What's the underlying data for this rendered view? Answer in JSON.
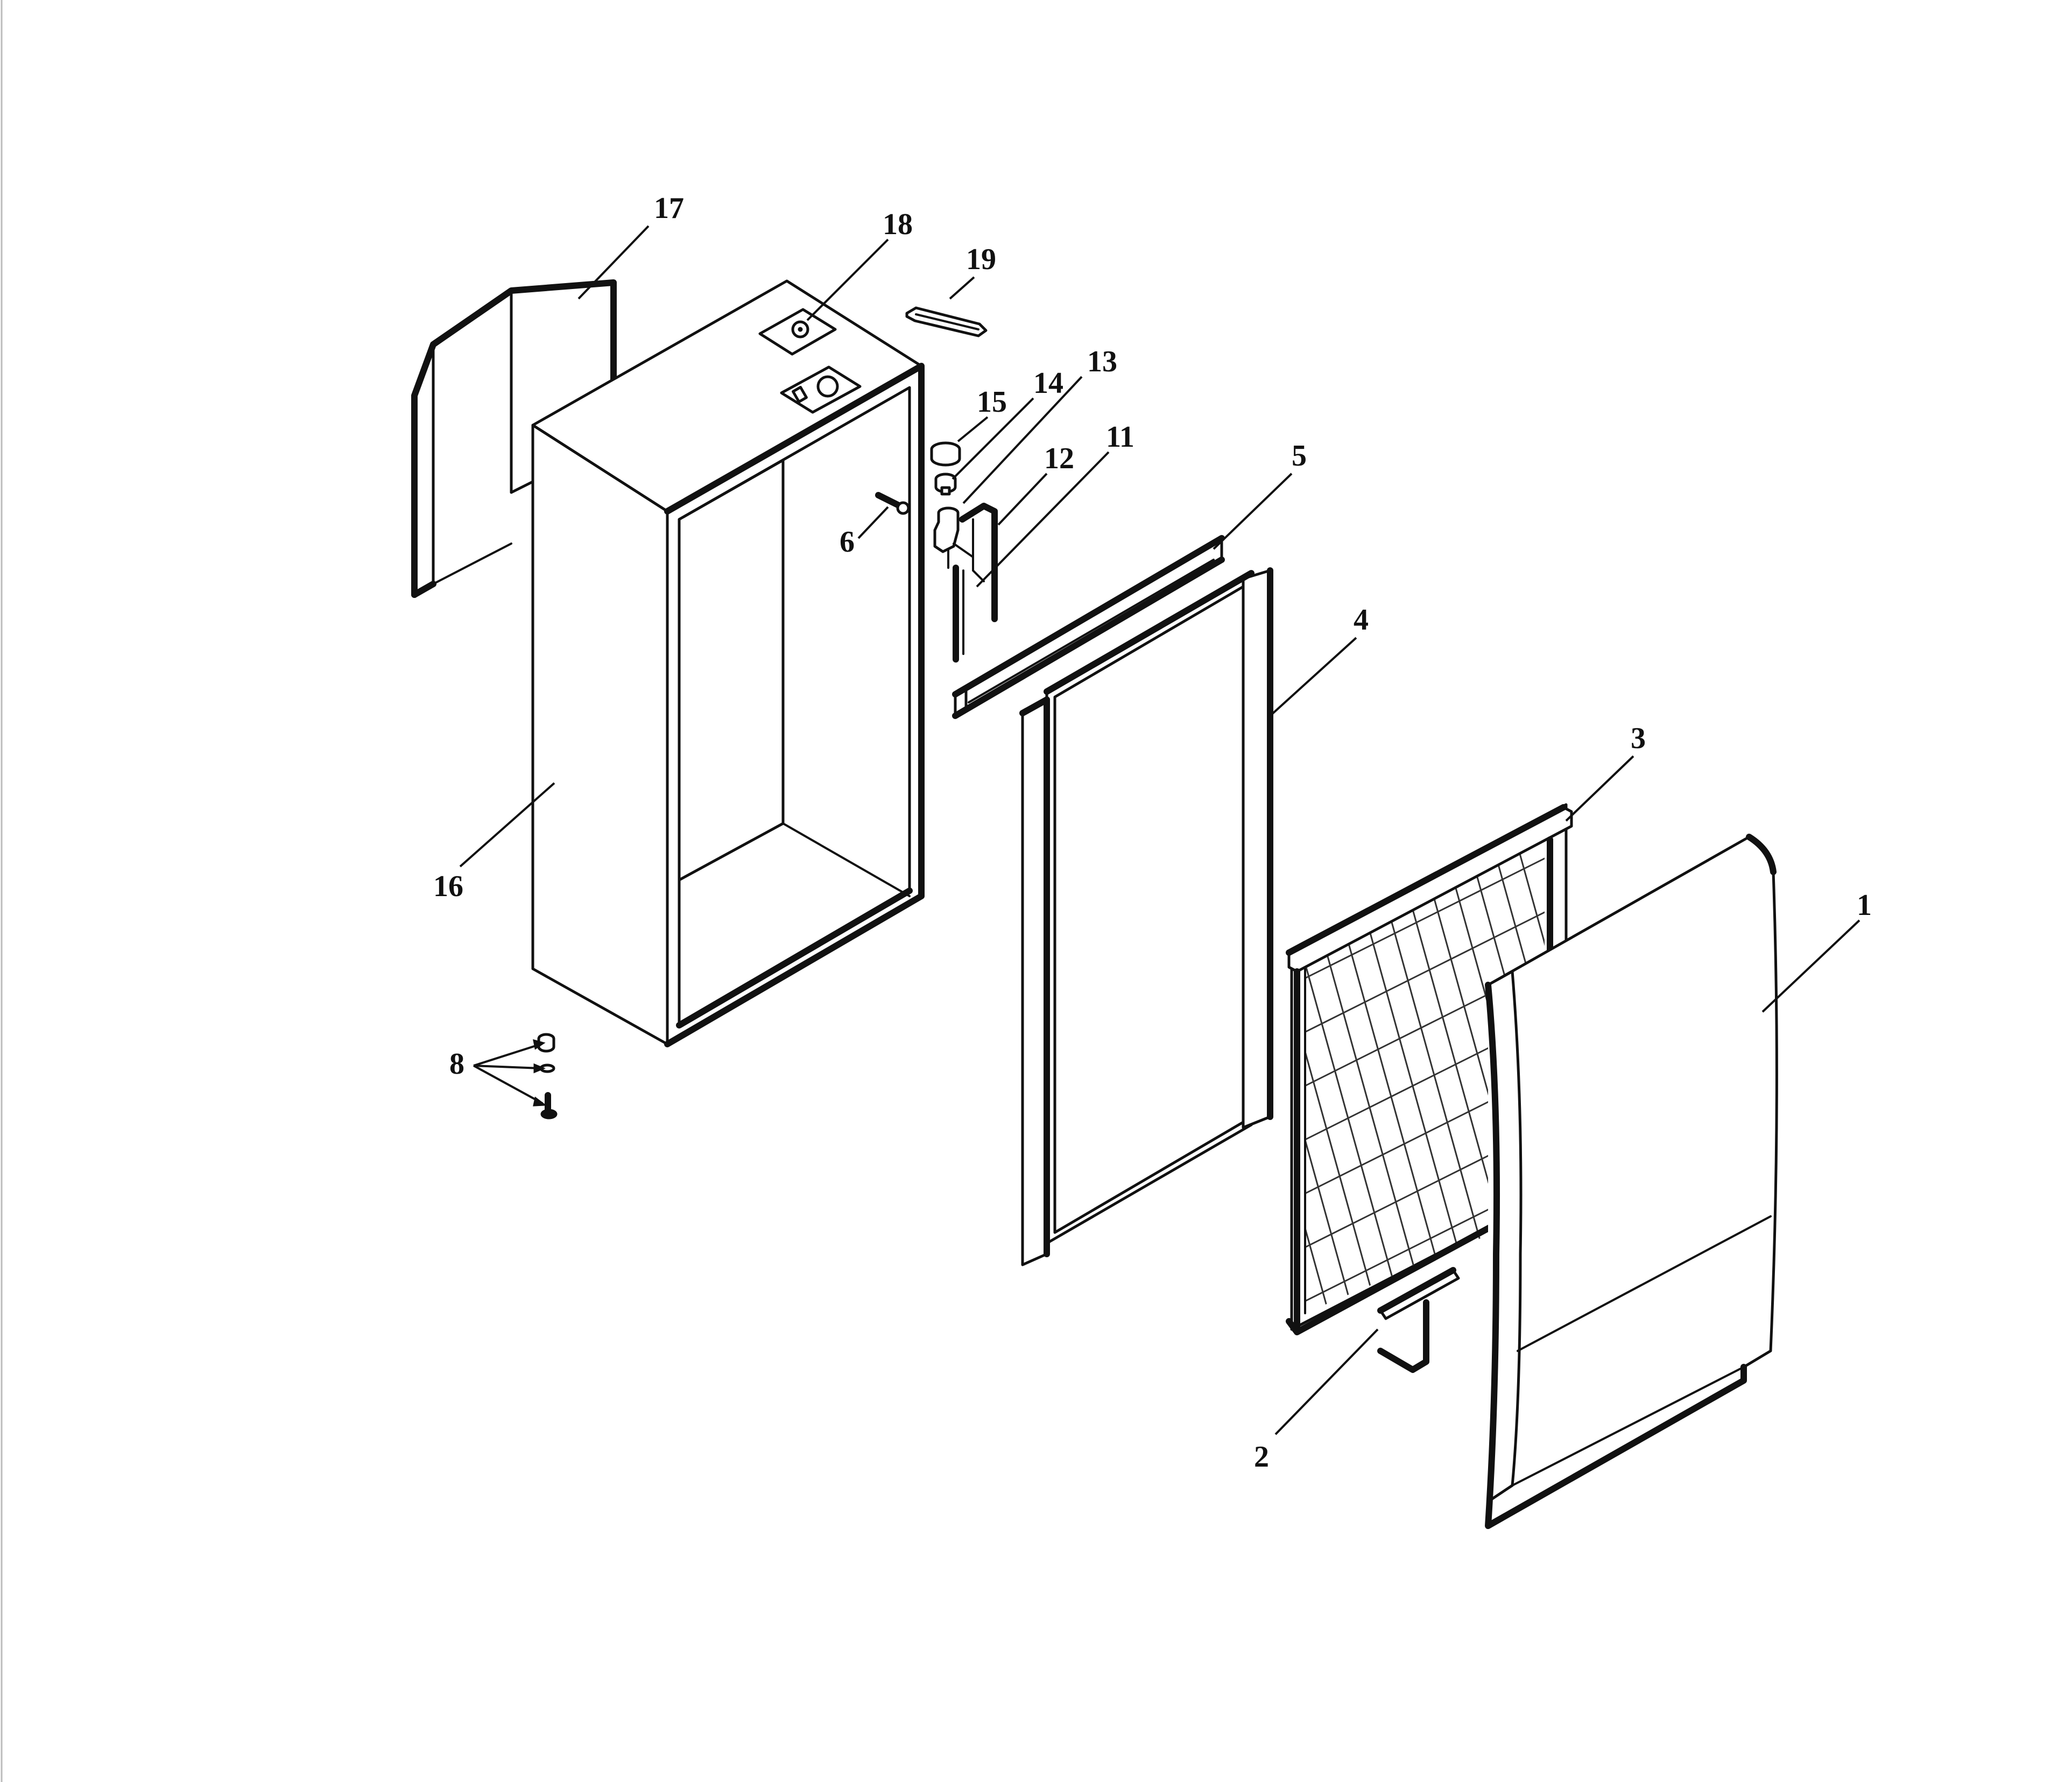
{
  "diagram": {
    "colors": {
      "ink": "#111111",
      "paper": "#ffffff"
    },
    "callouts": {
      "c1": "1",
      "c2": "2",
      "c3": "3",
      "c4": "4",
      "c5": "5",
      "c6": "6",
      "c8": "8",
      "c11": "11",
      "c12": "12",
      "c13": "13",
      "c14": "14",
      "c15": "15",
      "c16": "16",
      "c17": "17",
      "c18": "18",
      "c19": "19"
    }
  }
}
